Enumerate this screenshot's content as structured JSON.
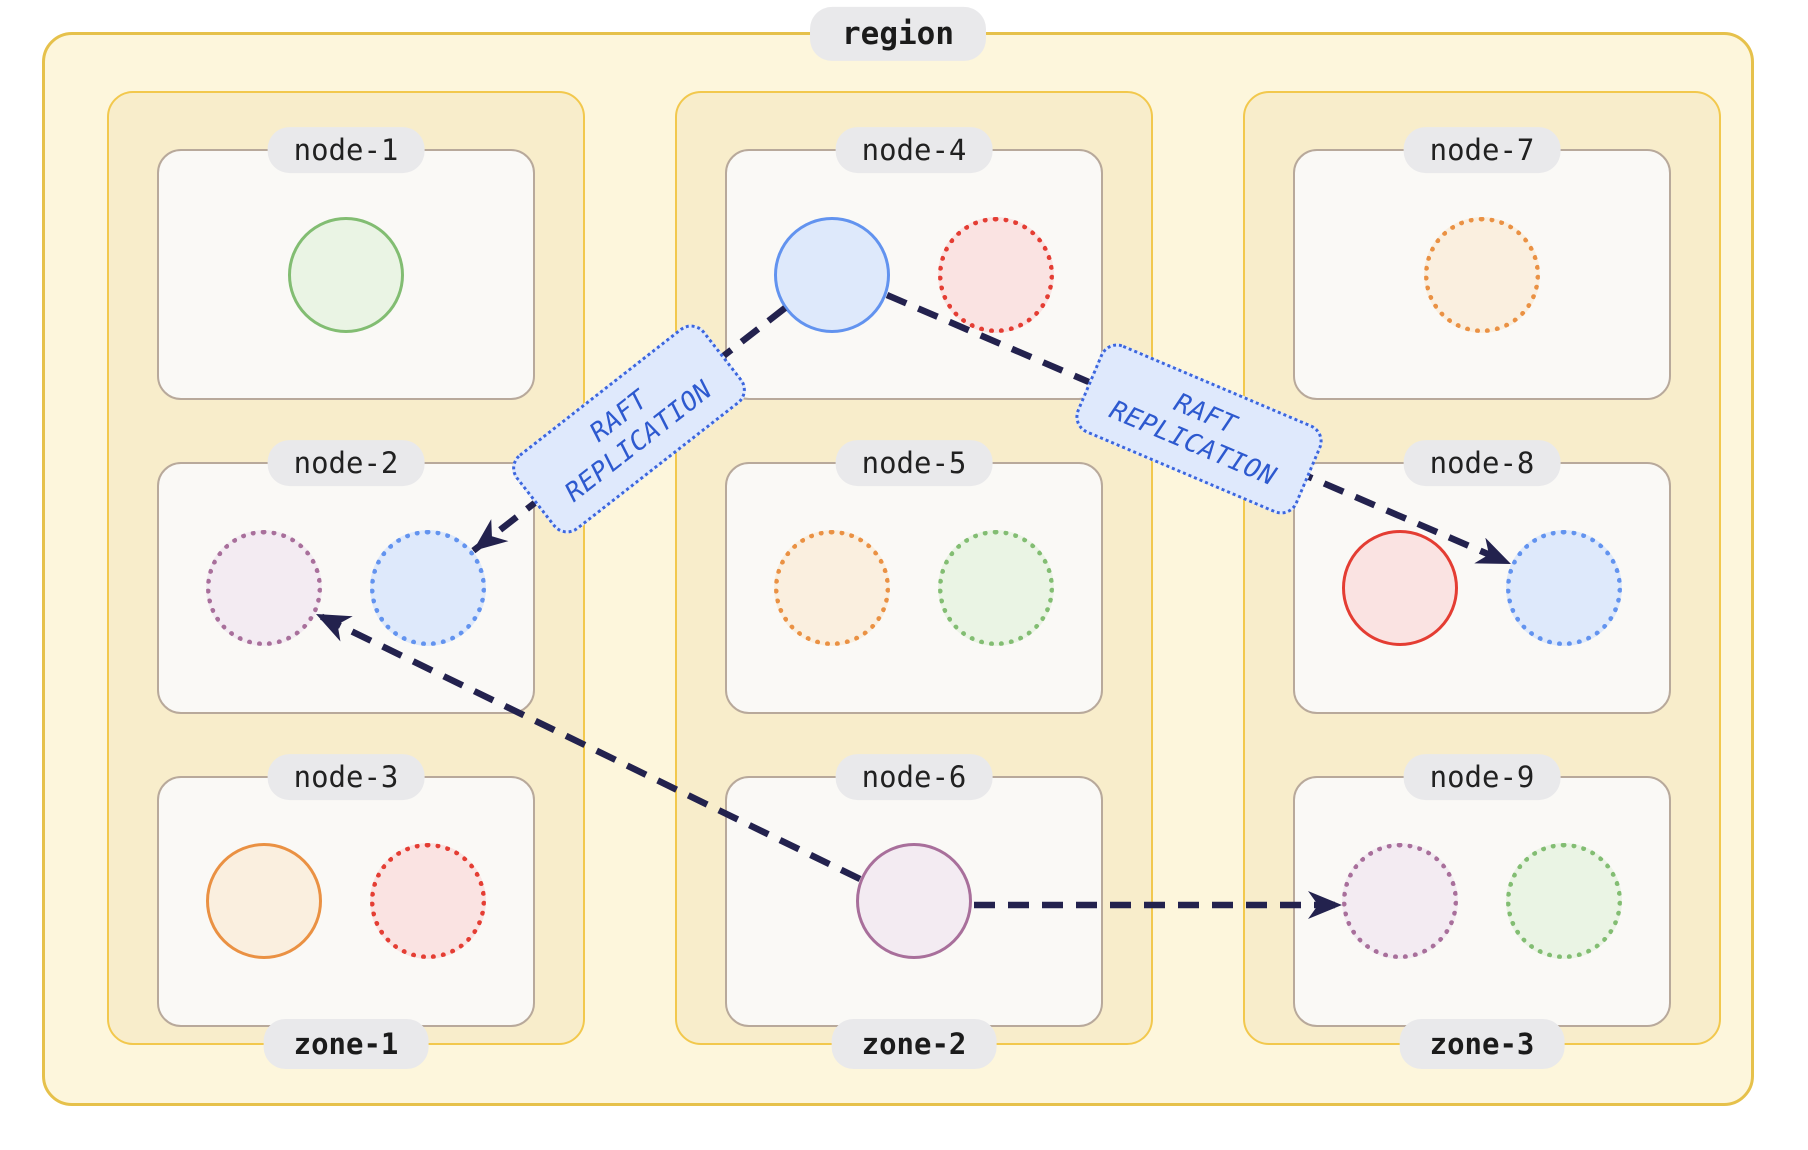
{
  "diagram": {
    "region": {
      "label": "region"
    },
    "zones": [
      {
        "label": "zone-1",
        "nodes": [
          {
            "label": "node-1",
            "replicas": [
              {
                "color": "green",
                "style": "solid"
              }
            ]
          },
          {
            "label": "node-2",
            "replicas": [
              {
                "color": "purple",
                "style": "dotted"
              },
              {
                "color": "blue",
                "style": "dotted"
              }
            ]
          },
          {
            "label": "node-3",
            "replicas": [
              {
                "color": "orange",
                "style": "solid"
              },
              {
                "color": "red",
                "style": "dotted"
              }
            ]
          }
        ]
      },
      {
        "label": "zone-2",
        "nodes": [
          {
            "label": "node-4",
            "replicas": [
              {
                "color": "blue",
                "style": "solid"
              },
              {
                "color": "red",
                "style": "dotted"
              }
            ]
          },
          {
            "label": "node-5",
            "replicas": [
              {
                "color": "orange",
                "style": "dotted"
              },
              {
                "color": "green",
                "style": "dotted"
              }
            ]
          },
          {
            "label": "node-6",
            "replicas": [
              {
                "color": "purple",
                "style": "solid"
              }
            ]
          }
        ]
      },
      {
        "label": "zone-3",
        "nodes": [
          {
            "label": "node-7",
            "replicas": [
              {
                "color": "orange",
                "style": "dotted"
              }
            ]
          },
          {
            "label": "node-8",
            "replicas": [
              {
                "color": "red",
                "style": "solid"
              },
              {
                "color": "blue",
                "style": "dotted"
              }
            ]
          },
          {
            "label": "node-9",
            "replicas": [
              {
                "color": "purple",
                "style": "dotted"
              },
              {
                "color": "green",
                "style": "dotted"
              }
            ]
          }
        ]
      }
    ],
    "edges": [
      {
        "from": "node-4",
        "to": "node-2",
        "label_line1": "RAFT",
        "label_line2": "REPLICATION"
      },
      {
        "from": "node-4",
        "to": "node-8",
        "label_line1": "RAFT",
        "label_line2": "REPLICATION"
      },
      {
        "from": "node-6",
        "to": "node-2"
      },
      {
        "from": "node-6",
        "to": "node-9"
      }
    ],
    "palette": {
      "green": {
        "stroke": "#82bd72",
        "fill": "#eaf4e4"
      },
      "blue": {
        "stroke": "#6293ef",
        "fill": "#dee9fb"
      },
      "red": {
        "stroke": "#e43d33",
        "fill": "#fae3e2"
      },
      "orange": {
        "stroke": "#ea9143",
        "fill": "#faefdf"
      },
      "purple": {
        "stroke": "#a86f9b",
        "fill": "#f3ebf2"
      }
    },
    "colors": {
      "page_bg": "#ffffff",
      "region_fill": "#fdf6dc",
      "region_border": "#e6c14b",
      "zone_fill": "#f8edcb",
      "zone_border": "#f2c84d",
      "node_fill": "#faf9f6",
      "node_border": "#b8a99b",
      "pill_bg": "#e9e9eb",
      "pill_text": "#1b1b1b",
      "arrow": "#23224e",
      "raft_bg": "#dfe9fc",
      "raft_border": "#3c66de",
      "raft_text": "#2d59cf"
    }
  }
}
